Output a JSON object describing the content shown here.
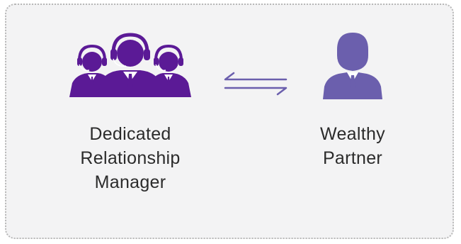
{
  "colors": {
    "team_purple": "#5b1a96",
    "partner_purple": "#6b5fad",
    "arrow_purple": "#6b5fad",
    "frame_border": "#b8b8b8",
    "background": "#f3f3f4"
  },
  "left_node": {
    "icon": "support-team-headset-icon",
    "label_lines": [
      "Dedicated",
      "Relationship",
      "Manager"
    ]
  },
  "connector": {
    "icon": "bidirectional-arrows-icon"
  },
  "right_node": {
    "icon": "businessman-icon",
    "label_lines": [
      "Wealthy",
      "Partner"
    ]
  }
}
